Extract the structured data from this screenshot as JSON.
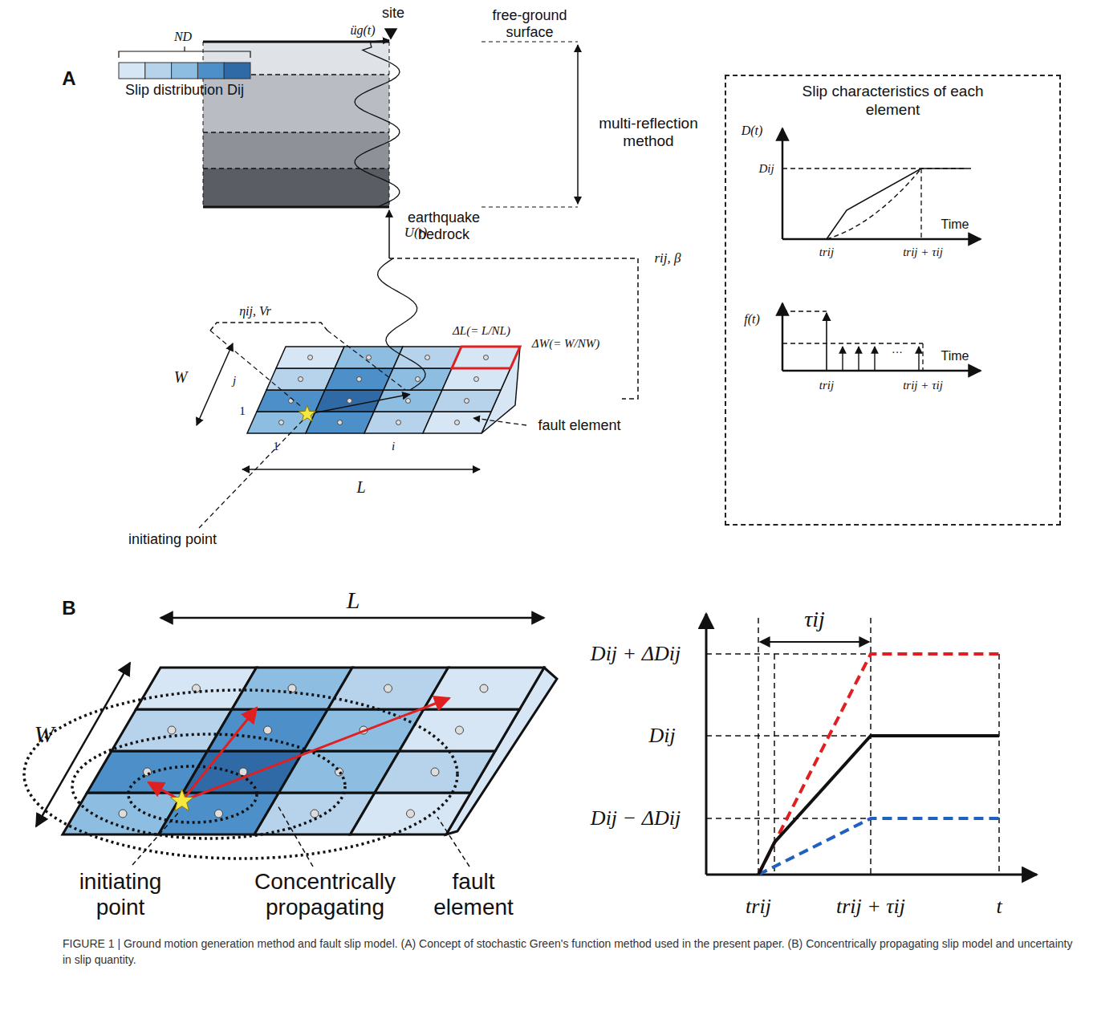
{
  "diagram": {
    "caption": "FIGURE 1 | Ground motion generation method and fault slip model. (A) Concept of stochastic Green's function method used in the present paper. (B) Concentrically propagating slip model and uncertainty in slip quantity.",
    "nodes": [
      {
        "text": [
          "Slip characteristics of each element"
        ]
      }
    ],
    "labels": [
      "A",
      "site",
      "üg(t)",
      "free-ground surface",
      "multi-reflection method",
      "earthquake bedrock",
      "U(t)",
      "ND",
      "Slip distribution Dij",
      "ηij, Vr",
      "ΔL(= L/NL)",
      "ΔW(= W/NW)",
      "rij, β",
      "W",
      "j",
      "1",
      "1",
      "i",
      "L",
      "fault element",
      "initiating point",
      "D(t)",
      "Dij",
      "Time",
      "trij",
      "trij + τij",
      "f(t)",
      "Time",
      "trij",
      "trij + τij",
      "···",
      "B",
      "L",
      "W",
      "initiating point",
      "Concentrically propagating",
      "fault element",
      "τij",
      "Dij + ΔDij",
      "Dij",
      "Dij − ΔDij",
      "trij",
      "trij + τij",
      "t"
    ]
  }
}
